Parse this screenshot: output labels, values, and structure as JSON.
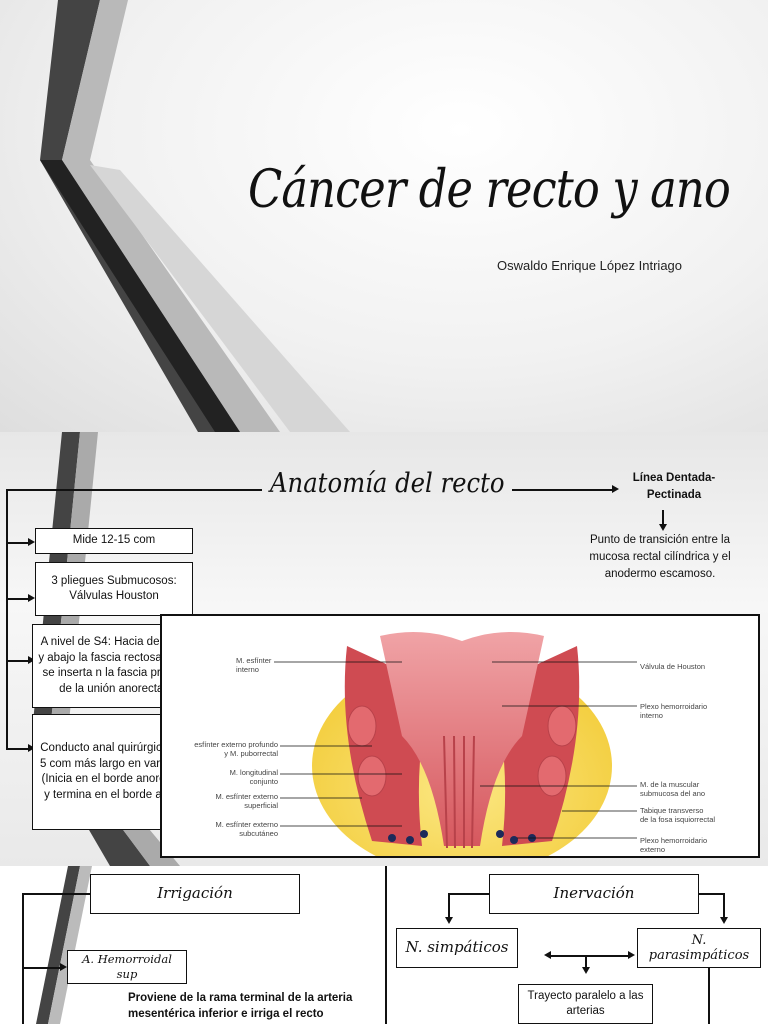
{
  "slide1": {
    "title": "Cáncer de recto y ano",
    "author": "Oswaldo Enrique López Intriago"
  },
  "slide2": {
    "title": "Anatomía del recto",
    "dentate_line_title": "Línea Dentada-\nPectinada",
    "dentate_line_desc": "Punto de transición entre la mucosa rectal cilíndrica y el anodermo escamoso.",
    "boxes": [
      "Mide 12-15 com",
      "3 pliegues Submucosos: Válvulas Houston",
      "A nivel de S4: Hacia delante y abajo la fascia rectosacra y se inserta n la fascia propia de la unión anorectal",
      "Conducto anal quirúrgico: 4- 5 com más largo en varones (Inicia en el borde anorectal y termina en el borde anal)"
    ],
    "figure_labels_left": [
      "M. esfínter\ninterno",
      "esfínter externo profundo\ny M. puborrectal",
      "M. longitudinal\nconjunto",
      "M. esfínter externo\nsuperficial",
      "M. esfínter externo\nsubcutáneo"
    ],
    "figure_labels_right": [
      "Válvula de Houston",
      "Plexo hemorroidario\ninterno",
      "M. de la muscular\nsubmucosa del ano",
      "Tabique transverso\nde la fosa isquiorrectal",
      "Plexo hemorroidario\nexterno"
    ]
  },
  "slide3": {
    "irrigation_title": "Irrigación",
    "hemorroidal": "A. Hemorroidal sup",
    "hemorroidal_desc": "Proviene de la rama terminal de la arteria mesentérica inferior e irriga el recto",
    "innervation_title": "Inervación",
    "sympathetic": "N. simpáticos",
    "parasympathetic": "N. parasimpáticos",
    "trajectory": "Trayecto paralelo a las arterias"
  },
  "colors": {
    "tissue_red": "#d9555a",
    "fat_yellow": "#f7d84a",
    "deco_dark": "#3a3a3a",
    "deco_grey": "#9a9a9a"
  }
}
